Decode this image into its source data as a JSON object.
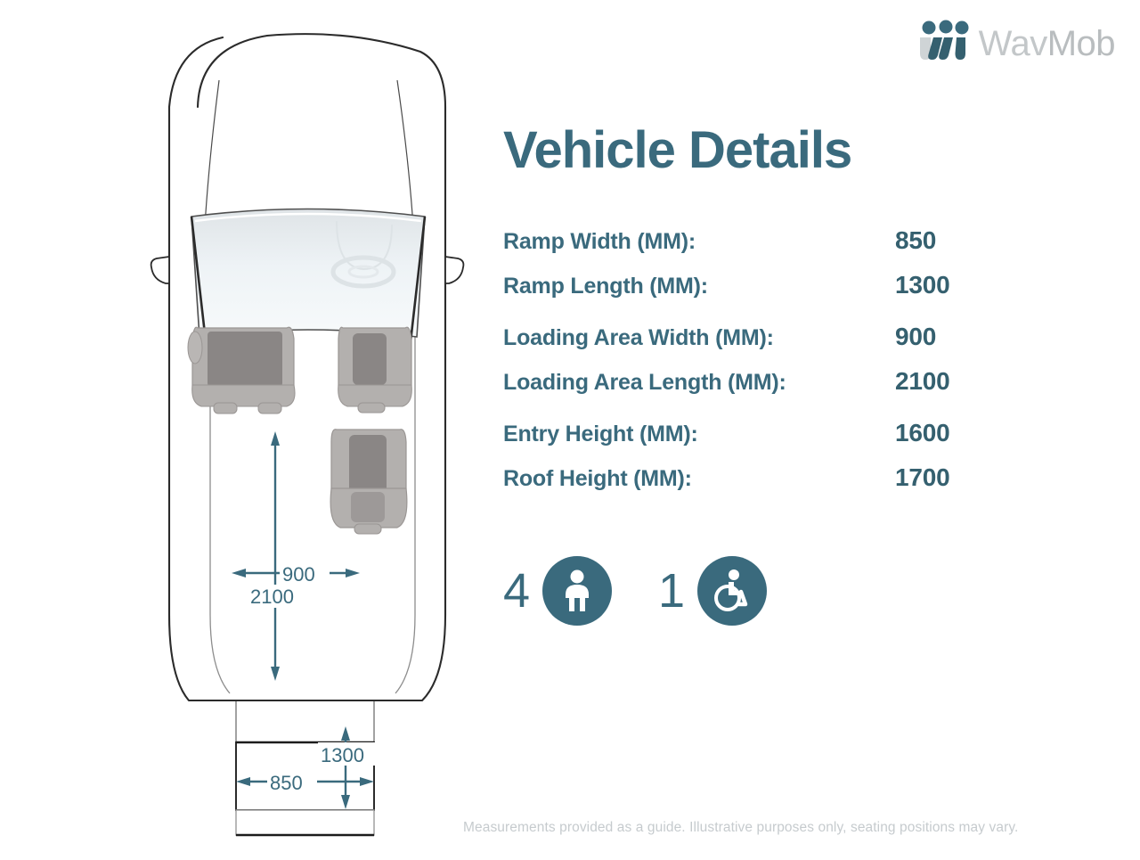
{
  "brand": {
    "logo_icon": "wavmob-people-w-icon",
    "name_part1": "Wav",
    "name_part2": "Mob",
    "accent_color": "#3a6a7d",
    "muted_color": "#b9bdbf"
  },
  "header": {
    "title": "Vehicle Details"
  },
  "specs": [
    {
      "rows": [
        {
          "label": "Ramp Width (MM):",
          "value": "850"
        },
        {
          "label": "Ramp Length (MM):",
          "value": "1300"
        }
      ]
    },
    {
      "rows": [
        {
          "label": "Loading Area Width (MM):",
          "value": "900"
        },
        {
          "label": "Loading Area Length (MM):",
          "value": "2100"
        }
      ]
    },
    {
      "rows": [
        {
          "label": "Entry Height (MM):",
          "value": "1600"
        },
        {
          "label": "Roof Height (MM):",
          "value": "1700"
        }
      ]
    }
  ],
  "capacity": {
    "passengers": {
      "count": "4",
      "icon": "person-icon"
    },
    "wheelchairs": {
      "count": "1",
      "icon": "wheelchair-icon"
    }
  },
  "diagram": {
    "view": "vehicle-top-down-plan",
    "loading_area_width_label": "900",
    "loading_area_length_label": "2100",
    "ramp_width_label": "850",
    "ramp_length_label": "1300"
  },
  "footer": {
    "note": "Measurements provided as a guide. Illustrative purposes only, seating positions may vary."
  }
}
